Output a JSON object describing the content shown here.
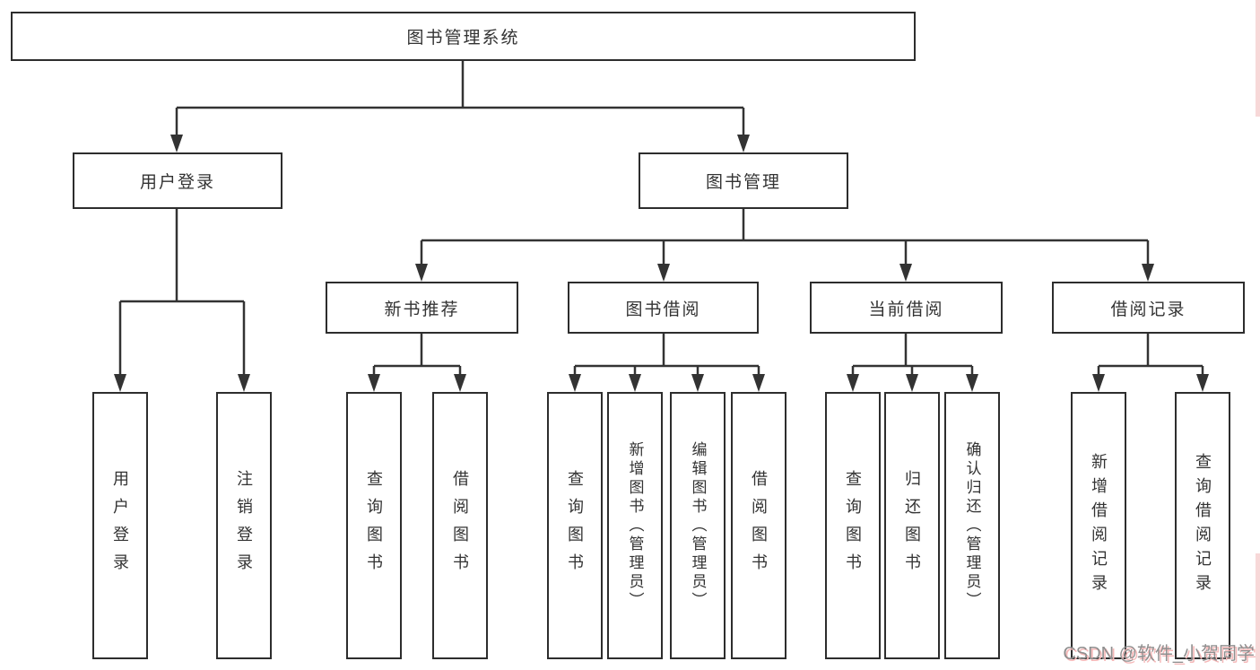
{
  "tree": {
    "root": {
      "label": "图书管理系统",
      "children": [
        {
          "label": "用户登录",
          "children": [
            {
              "label": "用户登录"
            },
            {
              "label": "注销登录"
            }
          ]
        },
        {
          "label": "图书管理",
          "children": [
            {
              "label": "新书推荐",
              "children": [
                {
                  "label": "查询图书"
                },
                {
                  "label": "借阅图书"
                }
              ]
            },
            {
              "label": "图书借阅",
              "children": [
                {
                  "label": "查询图书"
                },
                {
                  "label": "新增图书（管理员）"
                },
                {
                  "label": "编辑图书（管理员）"
                },
                {
                  "label": "借阅图书"
                }
              ]
            },
            {
              "label": "当前借阅",
              "children": [
                {
                  "label": "查询图书"
                },
                {
                  "label": "归还图书"
                },
                {
                  "label": "确认归还（管理员）"
                }
              ]
            },
            {
              "label": "借阅记录",
              "children": [
                {
                  "label": "新增借阅记录"
                },
                {
                  "label": "查询借阅记录"
                }
              ]
            }
          ]
        }
      ]
    }
  },
  "watermark": {
    "text": "CSDN @软件_小贺同学"
  },
  "colors": {
    "line": "#333333",
    "box_border": "#2d2d2d",
    "box_bg": "#ffffff",
    "text": "#333333",
    "watermark_gray": "#8f8f8f",
    "watermark_shadow": "#f5b8b8",
    "edge_strip": "#f7d8d8"
  }
}
